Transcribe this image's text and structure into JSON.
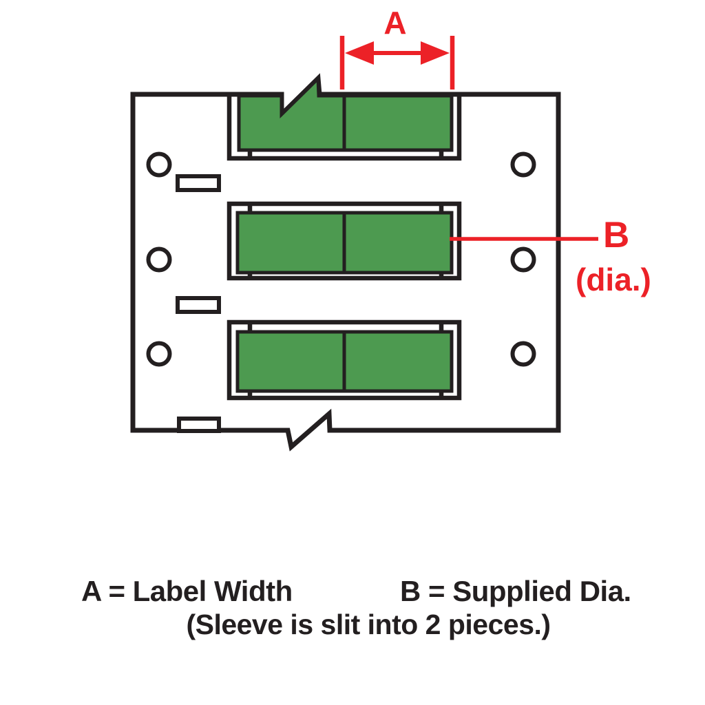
{
  "figure": {
    "description": "Sleeve label dimension diagram",
    "sleeve_rows": 3,
    "pieces_per_sleeve": 2,
    "feed_holes_per_side": 3,
    "liner_slots": 3
  },
  "labels": {
    "dim_a": "A",
    "dim_b": "B",
    "dim_b_sub": "(dia.)"
  },
  "legend": {
    "a": "A = Label Width",
    "b": "B = Supplied Dia.",
    "note": "(Sleeve is slit into 2 pieces.)"
  },
  "colors": {
    "sleeve_green": "#4D9A50",
    "dimension_red": "#EC2127",
    "line_black": "#231F20",
    "background": "#FFFFFF"
  }
}
